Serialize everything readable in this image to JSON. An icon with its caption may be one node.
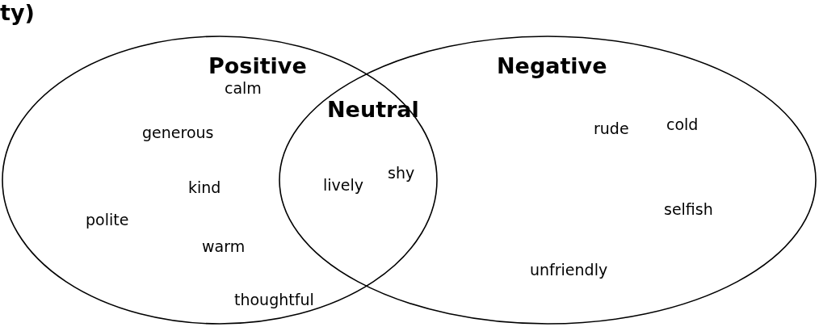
{
  "diagram": {
    "nodes": [
      {
        "text": [
          "Positive"
        ]
      },
      {
        "text": [
          "Negative"
        ]
      }
    ],
    "labels": [
      "ty)",
      "Neutral",
      "calm",
      "generous",
      "kind",
      "polite",
      "warm",
      "thoughtful",
      "lively",
      "shy",
      "rude",
      "cold",
      "selfish",
      "unfriendly"
    ]
  }
}
